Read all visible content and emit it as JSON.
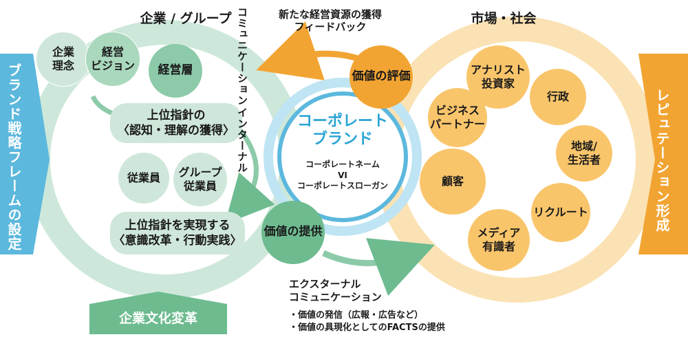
{
  "left_banner": {
    "label": "ブランド戦略フレームの設定"
  },
  "right_banner": {
    "label": "レピュテーション形成"
  },
  "left_circle": {
    "title": "企業 / グループ",
    "philosophy": [
      "企業",
      "理念"
    ],
    "vision": [
      "経営",
      "ビジョン"
    ],
    "management": "経営層",
    "policy_acquire": [
      "上位指針の",
      "〈認知・理解の獲得〉"
    ],
    "employees": "従業員",
    "group_employees": [
      "グループ",
      "従業員"
    ],
    "policy_realize": [
      "上位指針を実現する",
      "〈意識改革・行動実践〉"
    ],
    "culture_change": "企業文化変革"
  },
  "right_circle": {
    "title": "市場・社会",
    "analyst": [
      "アナリスト",
      "投資家"
    ],
    "government": "行政",
    "partner": [
      "ビジネス",
      "パートナー"
    ],
    "community": [
      "地域/",
      "生活者"
    ],
    "customer": "顧客",
    "recruit": "リクルート",
    "media": [
      "メディア",
      "有識者"
    ]
  },
  "center": {
    "brand_title": [
      "コーポレート",
      "ブランド"
    ],
    "brand_items": [
      "コーポレートネーム",
      "VI",
      "コーポレートスローガン"
    ],
    "evaluation": "価値の評価",
    "provision": "価値の提供",
    "internal_comm": [
      "インターナル",
      "コミュニケーション"
    ],
    "feedback": [
      "新たな経営資源の獲得",
      "フィードバック"
    ],
    "external_comm": [
      "エクスターナル",
      "コミュニケーション"
    ],
    "external_items": [
      "・価値の発信（広報・広告など）",
      "・価値の具現化としてのFACTSの提供"
    ]
  },
  "colors": {
    "green_ring": "#cde8da",
    "green_dark": "#6dbb8f",
    "orange_ring": "#fbe2b4",
    "orange_dark": "#f2a432",
    "blue": "#5cb8dd",
    "brand_text": "#2aa4d5"
  }
}
